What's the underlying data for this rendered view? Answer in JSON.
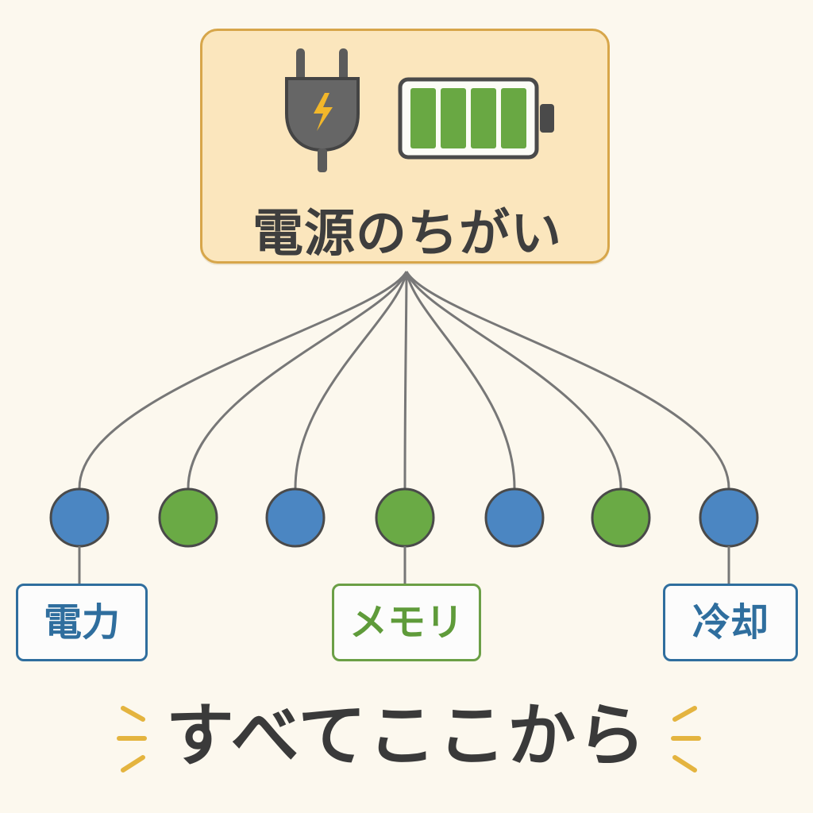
{
  "title": "電源のちがい",
  "icons": {
    "plug": "plug-icon",
    "battery": "battery-icon"
  },
  "labels": {
    "left": "電力",
    "center": "メモリ",
    "right": "冷却"
  },
  "footer": "すべてここから",
  "colors": {
    "background": "#fcf8ee",
    "box_fill": "#fbe6bd",
    "box_border": "#d7a64a",
    "blue": "#4b86c2",
    "green": "#6aaa45",
    "line": "#777777",
    "title_text": "#3e3e3e",
    "footer_text": "#3a3a3a",
    "accent": "#e4b43f"
  }
}
